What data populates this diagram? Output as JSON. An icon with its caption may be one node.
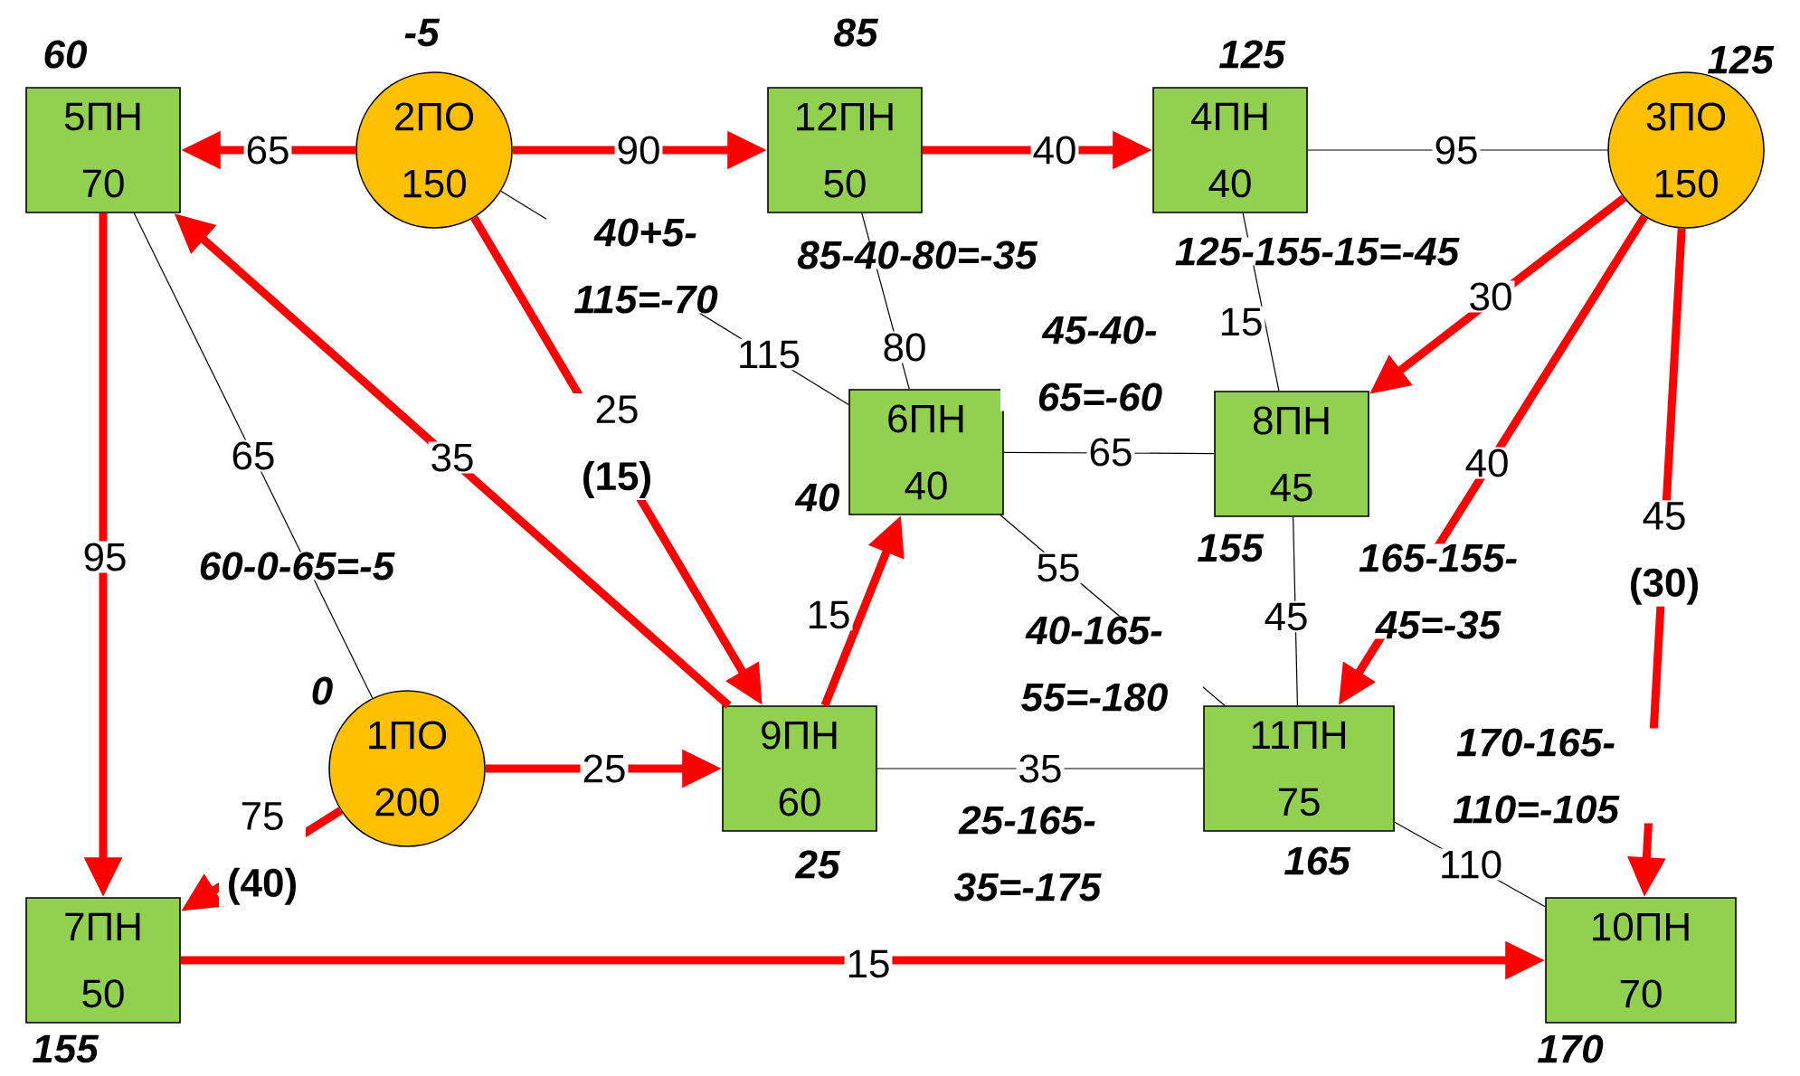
{
  "diagram": {
    "nodes": [
      {
        "text": [
          "5ПН",
          "70"
        ],
        "beside": [
          "60"
        ]
      },
      {
        "text": [
          "2ПО",
          "150"
        ],
        "beside": [
          "-5"
        ]
      },
      {
        "text": [
          "12ПН",
          "50"
        ],
        "beside": [
          "85"
        ]
      },
      {
        "text": [
          "4ПН",
          "40"
        ],
        "beside": [
          "125"
        ]
      },
      {
        "text": [
          "3ПО",
          "150"
        ],
        "beside": [
          "125"
        ]
      },
      {
        "text": [
          "6ПН",
          "40"
        ],
        "beside": [
          "40"
        ]
      },
      {
        "text": [
          "8ПН",
          "45"
        ],
        "beside": [
          "155"
        ]
      },
      {
        "text": [
          "1ПО",
          "200"
        ],
        "beside": [
          "0"
        ]
      },
      {
        "text": [
          "9ПН",
          "60"
        ],
        "beside": [
          "25"
        ]
      },
      {
        "text": [
          "11ПН",
          "75"
        ],
        "beside": [
          "165"
        ]
      },
      {
        "text": [
          "7ПН",
          "50"
        ],
        "beside": [
          "155"
        ]
      },
      {
        "text": [
          "10ПН",
          "70"
        ],
        "beside": [
          "170"
        ]
      }
    ],
    "edges": [
      {
        "from": 1,
        "to": 0,
        "arrow": "to",
        "label": "65"
      },
      {
        "from": 1,
        "to": 2,
        "arrow": "to",
        "label": "90"
      },
      {
        "from": 2,
        "to": 3,
        "arrow": "to",
        "label": "40"
      },
      {
        "from": 3,
        "to": 4,
        "arrow": "none",
        "label": "95",
        "color": "#000000"
      },
      {
        "from": 0,
        "to": 7,
        "arrow": "none",
        "label": "65",
        "color": "#000000"
      },
      {
        "from": 1,
        "to": 5,
        "arrow": "none",
        "label": "115",
        "color": "#000000"
      },
      {
        "from": 2,
        "to": 5,
        "arrow": "none",
        "label": "80",
        "color": "#000000"
      },
      {
        "from": 3,
        "to": 6,
        "arrow": "none",
        "label": "15",
        "color": "#000000"
      },
      {
        "from": 4,
        "to": 6,
        "arrow": "to",
        "label": "30"
      },
      {
        "from": 8,
        "to": 0,
        "arrow": "to",
        "label": "35"
      },
      {
        "from": 1,
        "to": 8,
        "arrow": "to",
        "label": "25 **(15)**"
      },
      {
        "from": 5,
        "to": 6,
        "arrow": "none",
        "label": "65",
        "color": "#000000"
      },
      {
        "from": 0,
        "to": 10,
        "arrow": "to",
        "label": "95"
      },
      {
        "from": 4,
        "to": 9,
        "arrow": "to",
        "label": "40"
      },
      {
        "from": 4,
        "to": 11,
        "arrow": "to",
        "label": "45 **(30)**"
      },
      {
        "from": 8,
        "to": 5,
        "arrow": "to",
        "label": "15"
      },
      {
        "from": 5,
        "to": 9,
        "arrow": "none",
        "label": "55",
        "color": "#000000"
      },
      {
        "from": 6,
        "to": 9,
        "arrow": "none",
        "label": "45",
        "color": "#000000"
      },
      {
        "from": 7,
        "to": 8,
        "arrow": "to",
        "label": "25"
      },
      {
        "from": 7,
        "to": 10,
        "arrow": "to",
        "label": "75 **(40)**"
      },
      {
        "from": 8,
        "to": 9,
        "arrow": "none",
        "label": "35",
        "color": "#000000"
      },
      {
        "from": 9,
        "to": 11,
        "arrow": "none",
        "label": "110",
        "color": "#000000"
      },
      {
        "from": 10,
        "to": 11,
        "arrow": "to",
        "label": "15"
      }
    ],
    "labels": [
      "40+5- 115=-70",
      "85-40-80=-35",
      "125-155-15=-45",
      "45-40- 65=-60",
      "60-0-65=-5",
      "165-155- 45=-35",
      "40-165- 55=-180",
      "170-165- 110=-105",
      "25-165- 35=-175"
    ]
  }
}
